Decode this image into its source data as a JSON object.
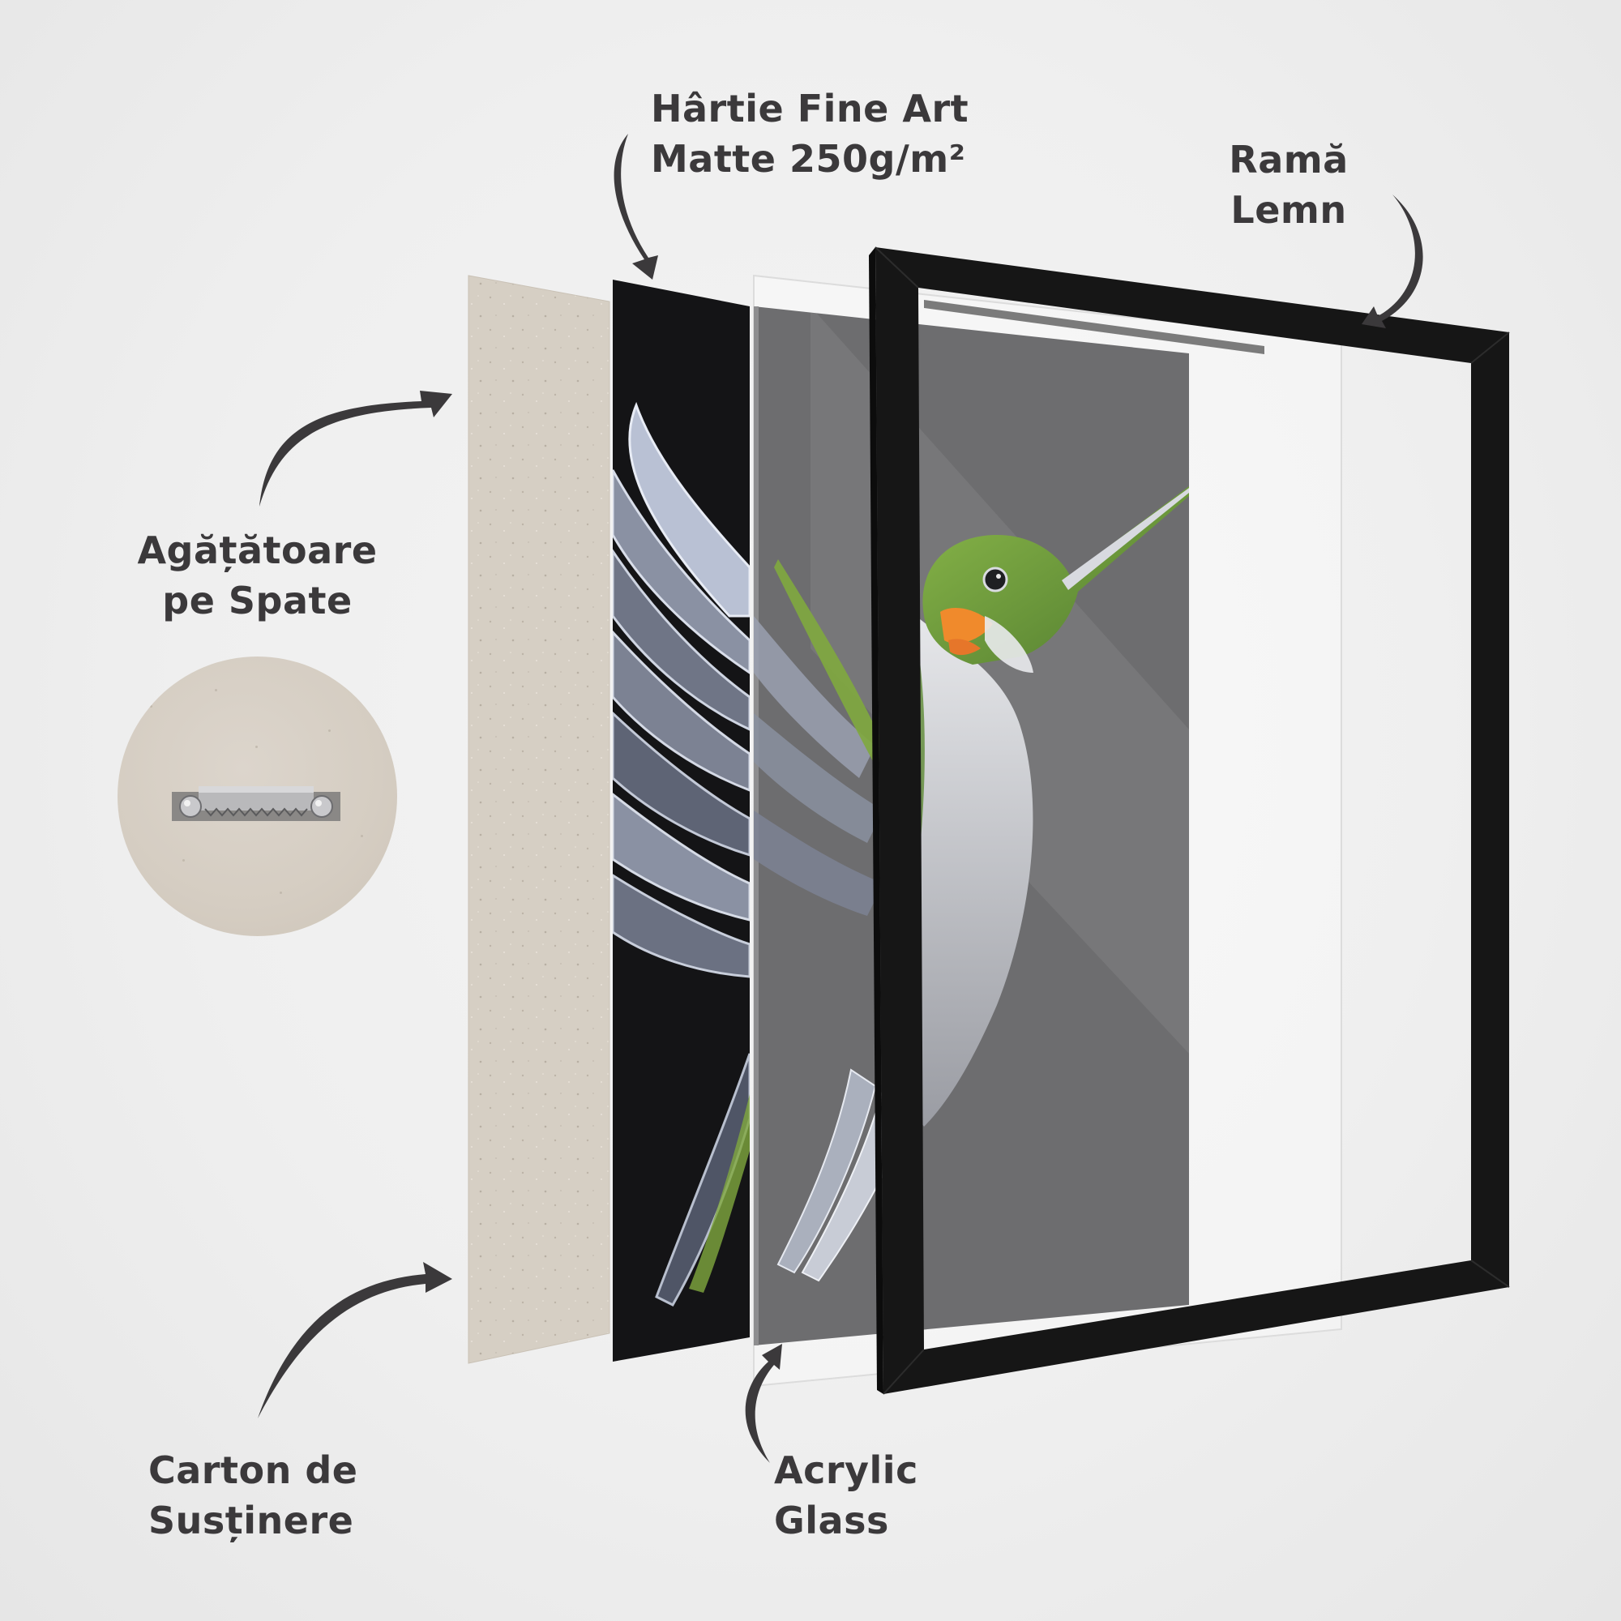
{
  "labels": {
    "paper": {
      "line1": "Hârtie Fine Art",
      "line2": "Matte 250g/m²"
    },
    "frame": {
      "line1": "Ramă",
      "line2": "Lemn"
    },
    "hanger": {
      "line1": "Agățătoare",
      "line2": "pe Spate"
    },
    "backing": {
      "line1": "Carton de",
      "line2": "Susținere"
    },
    "acrylic": {
      "line1": "Acrylic",
      "line2": "Glass"
    }
  },
  "layers": [
    {
      "id": "backing-board",
      "name": "Carton de Susținere",
      "color": "#d6cfc4"
    },
    {
      "id": "fine-art-print",
      "name": "Hârtie Fine Art Matte 250g/m²",
      "color": "#141416"
    },
    {
      "id": "acrylic-glass",
      "name": "Acrylic Glass",
      "color": "#6b6b6d"
    },
    {
      "id": "wood-frame",
      "name": "Ramă Lemn",
      "color": "#161616"
    }
  ],
  "detail": {
    "subject": "sawtooth-hanger",
    "circle_color": "#d5cdc2"
  },
  "artwork": {
    "subject": "hummingbird",
    "accent_green": "#7fa83e",
    "accent_orange": "#f08a2c",
    "background": "#141416"
  },
  "colors": {
    "text": "#3b393b",
    "arrow": "#3b393b",
    "background": "#efefef"
  }
}
